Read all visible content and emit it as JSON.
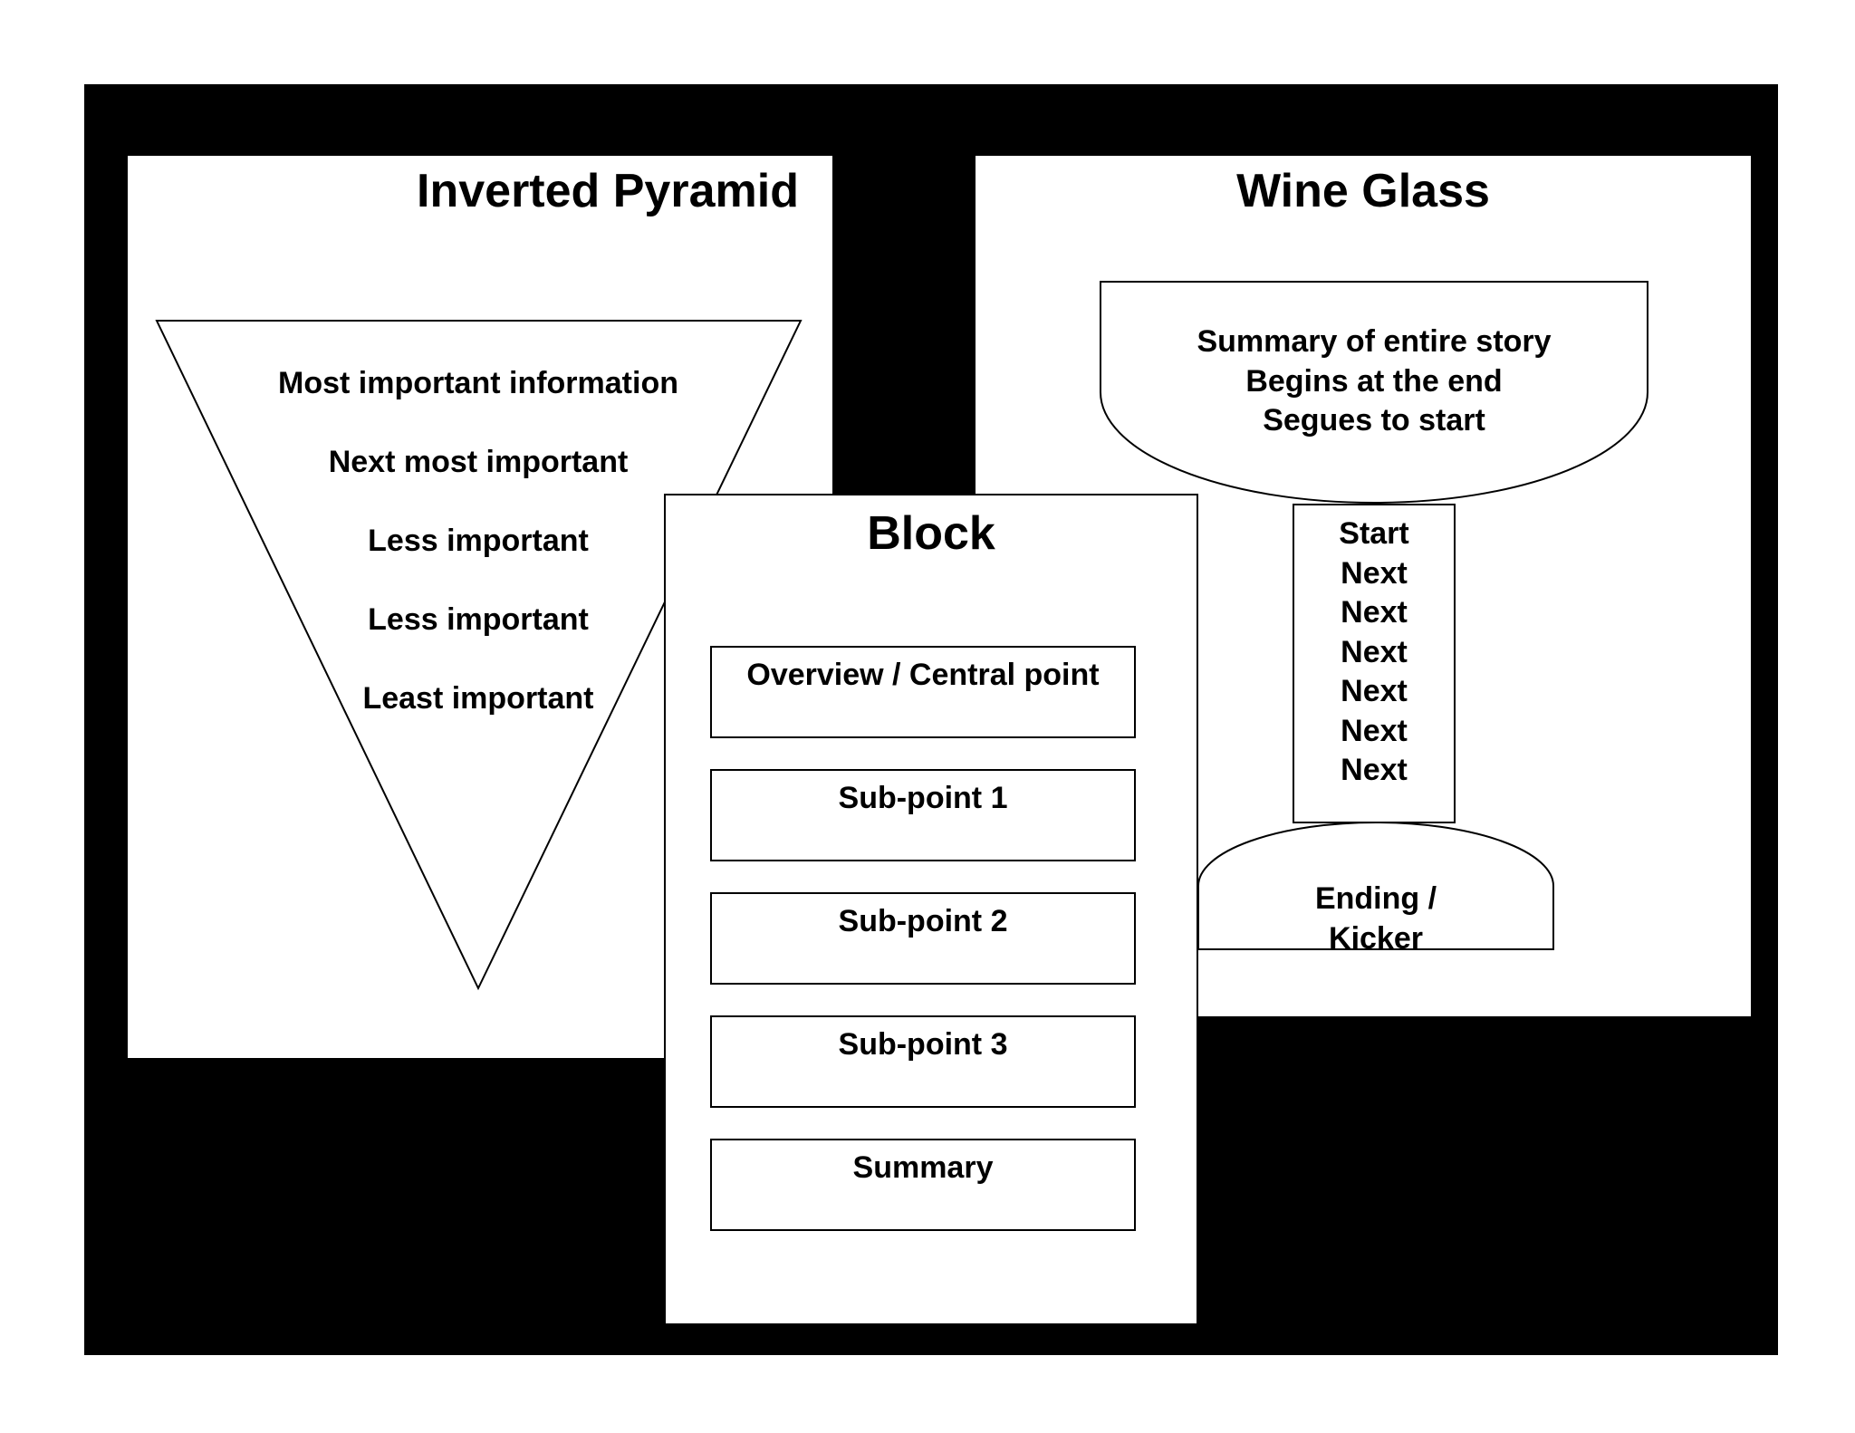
{
  "pyramid": {
    "title": "Inverted Pyramid",
    "levels": [
      "Most important information",
      "Next most important",
      "Less important",
      "Less important",
      "Least important"
    ]
  },
  "wine_glass": {
    "title": "Wine Glass",
    "bowl_lines": [
      "Summary of entire story",
      "Begins at the end",
      "Segues to start"
    ],
    "stem_lines": [
      "Start",
      "Next",
      "Next",
      "Next",
      "Next",
      "Next",
      "Next"
    ],
    "base_lines": [
      "Ending /",
      "Kicker"
    ]
  },
  "block": {
    "title": "Block",
    "boxes": [
      "Overview / Central point",
      "Sub-point 1",
      "Sub-point 2",
      "Sub-point 3",
      "Summary"
    ]
  }
}
